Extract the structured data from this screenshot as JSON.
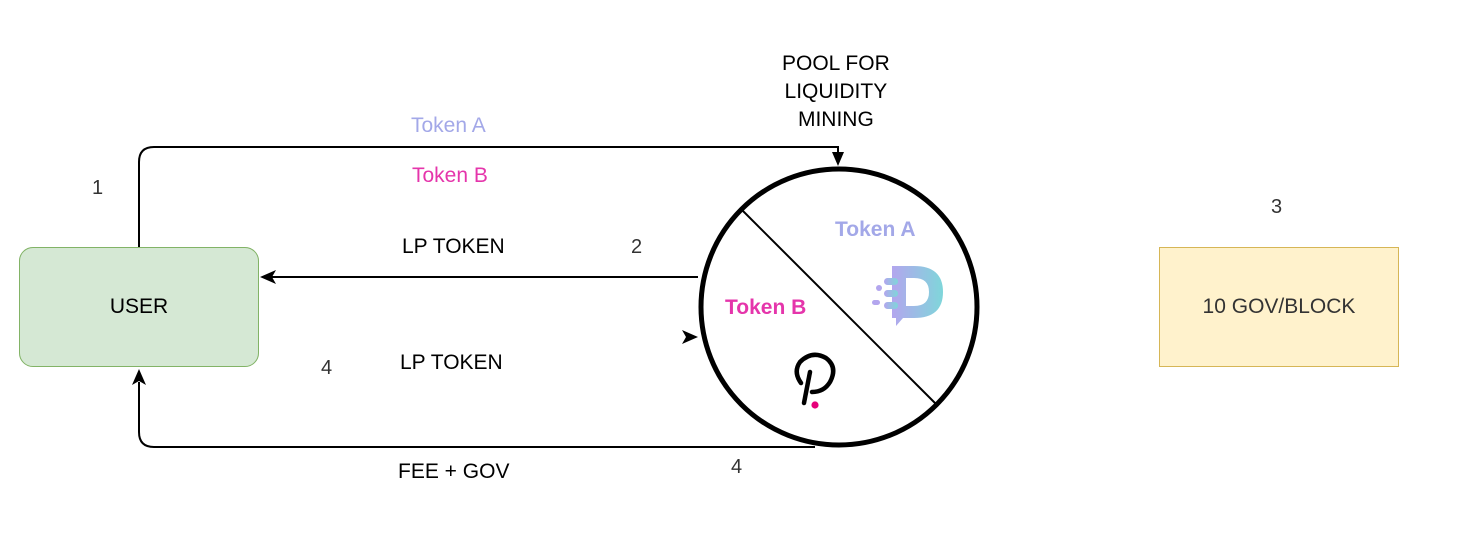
{
  "colors": {
    "token_a": "#a3a8e8",
    "token_b": "#e535ab",
    "user_fill": "#d5e8d4",
    "user_border": "#82b366",
    "gov_fill": "#fff2cc",
    "gov_border": "#d6b656",
    "edge": "#000000"
  },
  "nodes": {
    "user": {
      "label": "USER"
    },
    "gov": {
      "label": "10 GOV/BLOCK",
      "step": "3"
    },
    "pool": {
      "title_lines": [
        "POOL FOR",
        "LIQUIDITY",
        "MINING"
      ],
      "token_a_label": "Token A",
      "token_b_label": "Token B",
      "token_a_icon": "dego-d-logo-icon",
      "token_b_icon": "polkadot-logo-icon"
    }
  },
  "edges": {
    "deposit": {
      "step": "1",
      "label_a": "Token A",
      "label_b": "Token B"
    },
    "lp_out": {
      "step": "2",
      "label": "LP TOKEN"
    },
    "lp_in": {
      "step": "4",
      "label": "LP TOKEN"
    },
    "reward": {
      "step": "4",
      "label": "FEE + GOV"
    }
  }
}
